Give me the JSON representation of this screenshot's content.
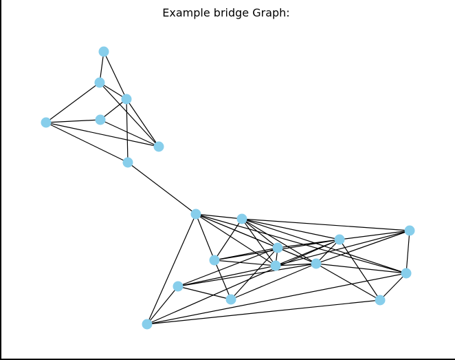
{
  "title": "Example bridge Graph:",
  "colors": {
    "node": "#87ceeb",
    "edge": "#000000",
    "axes": "#000000"
  },
  "graph": {
    "nodes": [
      "n1",
      "n2",
      "n3",
      "n4",
      "n5",
      "n6",
      "n7",
      "n8",
      "n9",
      "n10",
      "n11",
      "n12",
      "n13",
      "n14",
      "n15",
      "n16",
      "n17",
      "n18",
      "n19",
      "n20"
    ],
    "edges": [
      [
        "n1",
        "n2"
      ],
      [
        "n1",
        "n3"
      ],
      [
        "n2",
        "n3"
      ],
      [
        "n2",
        "n4"
      ],
      [
        "n2",
        "n6"
      ],
      [
        "n3",
        "n5"
      ],
      [
        "n3",
        "n7"
      ],
      [
        "n3",
        "n6"
      ],
      [
        "n5",
        "n4"
      ],
      [
        "n5",
        "n6"
      ],
      [
        "n4",
        "n6"
      ],
      [
        "n4",
        "n7"
      ],
      [
        "n7",
        "n8"
      ],
      [
        "n8",
        "n9"
      ],
      [
        "n8",
        "n11"
      ],
      [
        "n8",
        "n12"
      ],
      [
        "n8",
        "n10"
      ],
      [
        "n8",
        "n17"
      ],
      [
        "n8",
        "n14"
      ],
      [
        "n8",
        "n19"
      ],
      [
        "n9",
        "n12"
      ],
      [
        "n9",
        "n14"
      ],
      [
        "n9",
        "n11"
      ],
      [
        "n9",
        "n18"
      ],
      [
        "n9",
        "n16"
      ],
      [
        "n9",
        "n10"
      ],
      [
        "n11",
        "n12"
      ],
      [
        "n11",
        "n10"
      ],
      [
        "n11",
        "n13"
      ],
      [
        "n11",
        "n14"
      ],
      [
        "n11",
        "n16"
      ],
      [
        "n12",
        "n14"
      ],
      [
        "n12",
        "n10"
      ],
      [
        "n12",
        "n18"
      ],
      [
        "n12",
        "n16"
      ],
      [
        "n10",
        "n15"
      ],
      [
        "n10",
        "n16"
      ],
      [
        "n13",
        "n15"
      ],
      [
        "n13",
        "n14"
      ],
      [
        "n14",
        "n15"
      ],
      [
        "n14",
        "n17"
      ],
      [
        "n17",
        "n19"
      ],
      [
        "n17",
        "n20"
      ],
      [
        "n16",
        "n20"
      ],
      [
        "n17",
        "n18"
      ],
      [
        "n16",
        "n18"
      ],
      [
        "n14",
        "n18"
      ],
      [
        "n14",
        "n20"
      ],
      [
        "n15",
        "n11"
      ],
      [
        "n16",
        "n19"
      ],
      [
        "n12",
        "n13"
      ],
      [
        "n14",
        "n16"
      ],
      [
        "n13",
        "n19"
      ],
      [
        "n19",
        "n20"
      ],
      [
        "n9",
        "n17"
      ]
    ]
  }
}
